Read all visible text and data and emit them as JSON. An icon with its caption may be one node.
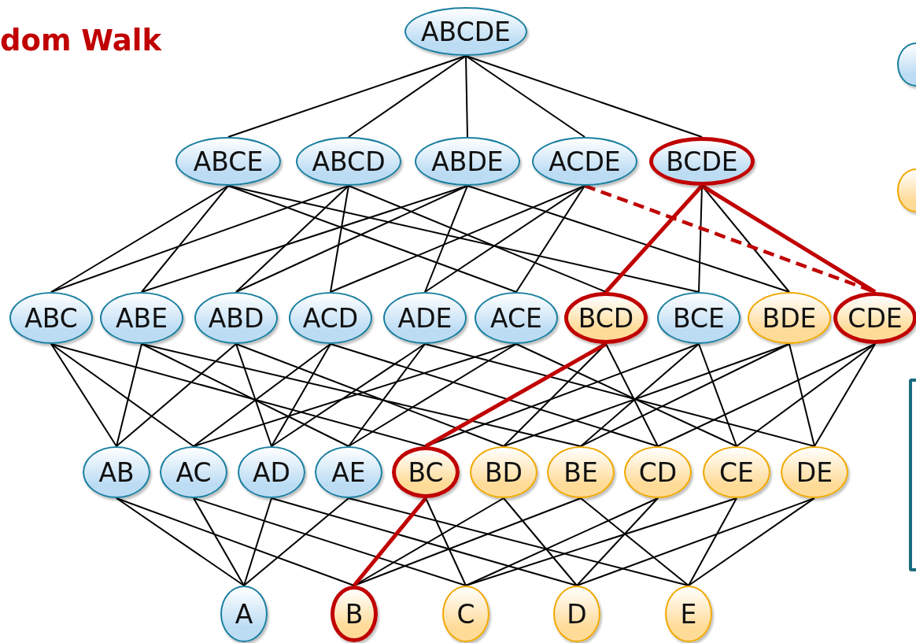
{
  "diagram": {
    "title": "dom Walk",
    "nodes": [
      {
        "text": [
          "ABCDE"
        ]
      },
      {
        "text": [
          "ABCE"
        ]
      },
      {
        "text": [
          "ABCD"
        ]
      },
      {
        "text": [
          "ABDE"
        ]
      },
      {
        "text": [
          "ACDE"
        ]
      },
      {
        "text": [
          "BCDE"
        ]
      },
      {
        "text": [
          "ABC"
        ]
      },
      {
        "text": [
          "ABE"
        ]
      },
      {
        "text": [
          "ABD"
        ]
      },
      {
        "text": [
          "ACD"
        ]
      },
      {
        "text": [
          "ADE"
        ]
      },
      {
        "text": [
          "ACE"
        ]
      },
      {
        "text": [
          "BCD"
        ]
      },
      {
        "text": [
          "BCE"
        ]
      },
      {
        "text": [
          "BDE"
        ]
      },
      {
        "text": [
          "CDE"
        ]
      },
      {
        "text": [
          "AB"
        ]
      },
      {
        "text": [
          "AC"
        ]
      },
      {
        "text": [
          "AD"
        ]
      },
      {
        "text": [
          "AE"
        ]
      },
      {
        "text": [
          "BC"
        ]
      },
      {
        "text": [
          "BD"
        ]
      },
      {
        "text": [
          "BE"
        ]
      },
      {
        "text": [
          "CD"
        ]
      },
      {
        "text": [
          "CE"
        ]
      },
      {
        "text": [
          "DE"
        ]
      },
      {
        "text": [
          "A"
        ]
      },
      {
        "text": [
          "B"
        ]
      },
      {
        "text": [
          "C"
        ]
      },
      {
        "text": [
          "D"
        ]
      },
      {
        "text": [
          "E"
        ]
      },
      {
        "text": [],
        "shape": "ellipse"
      },
      {
        "text": [],
        "shape": "ellipse"
      },
      {
        "text": [],
        "shape": "box"
      }
    ],
    "edges": [
      {
        "from": 0,
        "to": 1,
        "arrow": "none"
      },
      {
        "from": 0,
        "to": 2,
        "arrow": "none"
      },
      {
        "from": 0,
        "to": 3,
        "arrow": "none"
      },
      {
        "from": 0,
        "to": 4,
        "arrow": "none"
      },
      {
        "from": 0,
        "to": 5,
        "arrow": "none"
      },
      {
        "from": 1,
        "to": 6,
        "arrow": "none"
      },
      {
        "from": 1,
        "to": 7,
        "arrow": "none"
      },
      {
        "from": 1,
        "to": 11,
        "arrow": "none"
      },
      {
        "from": 1,
        "to": 13,
        "arrow": "none"
      },
      {
        "from": 2,
        "to": 6,
        "arrow": "none"
      },
      {
        "from": 2,
        "to": 8,
        "arrow": "none"
      },
      {
        "from": 2,
        "to": 9,
        "arrow": "none"
      },
      {
        "from": 2,
        "to": 12,
        "arrow": "none"
      },
      {
        "from": 3,
        "to": 7,
        "arrow": "none"
      },
      {
        "from": 3,
        "to": 8,
        "arrow": "none"
      },
      {
        "from": 3,
        "to": 10,
        "arrow": "none"
      },
      {
        "from": 3,
        "to": 14,
        "arrow": "none"
      },
      {
        "from": 4,
        "to": 9,
        "arrow": "none"
      },
      {
        "from": 4,
        "to": 10,
        "arrow": "none"
      },
      {
        "from": 4,
        "to": 11,
        "arrow": "none"
      },
      {
        "from": 4,
        "to": 15,
        "arrow": "none",
        "style": "dashed",
        "color": "#c00000"
      },
      {
        "from": 5,
        "to": 12,
        "arrow": "none",
        "style": "thick",
        "color": "#c00000"
      },
      {
        "from": 5,
        "to": 13,
        "arrow": "none"
      },
      {
        "from": 5,
        "to": 14,
        "arrow": "none"
      },
      {
        "from": 5,
        "to": 15,
        "arrow": "none",
        "style": "thick",
        "color": "#c00000"
      },
      {
        "from": 6,
        "to": 16,
        "arrow": "none"
      },
      {
        "from": 6,
        "to": 17,
        "arrow": "none"
      },
      {
        "from": 6,
        "to": 20,
        "arrow": "none"
      },
      {
        "from": 7,
        "to": 16,
        "arrow": "none"
      },
      {
        "from": 7,
        "to": 19,
        "arrow": "none"
      },
      {
        "from": 7,
        "to": 22,
        "arrow": "none"
      },
      {
        "from": 8,
        "to": 16,
        "arrow": "none"
      },
      {
        "from": 8,
        "to": 18,
        "arrow": "none"
      },
      {
        "from": 8,
        "to": 21,
        "arrow": "none"
      },
      {
        "from": 9,
        "to": 17,
        "arrow": "none"
      },
      {
        "from": 9,
        "to": 18,
        "arrow": "none"
      },
      {
        "from": 9,
        "to": 23,
        "arrow": "none"
      },
      {
        "from": 10,
        "to": 18,
        "arrow": "none"
      },
      {
        "from": 10,
        "to": 19,
        "arrow": "none"
      },
      {
        "from": 10,
        "to": 25,
        "arrow": "none"
      },
      {
        "from": 11,
        "to": 17,
        "arrow": "none"
      },
      {
        "from": 11,
        "to": 19,
        "arrow": "none"
      },
      {
        "from": 11,
        "to": 24,
        "arrow": "none"
      },
      {
        "from": 12,
        "to": 20,
        "arrow": "none",
        "style": "thick",
        "color": "#c00000"
      },
      {
        "from": 12,
        "to": 21,
        "arrow": "none"
      },
      {
        "from": 12,
        "to": 23,
        "arrow": "none"
      },
      {
        "from": 13,
        "to": 20,
        "arrow": "none"
      },
      {
        "from": 13,
        "to": 22,
        "arrow": "none"
      },
      {
        "from": 13,
        "to": 24,
        "arrow": "none"
      },
      {
        "from": 14,
        "to": 21,
        "arrow": "none"
      },
      {
        "from": 14,
        "to": 22,
        "arrow": "none"
      },
      {
        "from": 14,
        "to": 25,
        "arrow": "none"
      },
      {
        "from": 15,
        "to": 23,
        "arrow": "none"
      },
      {
        "from": 15,
        "to": 24,
        "arrow": "none"
      },
      {
        "from": 15,
        "to": 25,
        "arrow": "none"
      },
      {
        "from": 16,
        "to": 26,
        "arrow": "none"
      },
      {
        "from": 16,
        "to": 27,
        "arrow": "none"
      },
      {
        "from": 17,
        "to": 26,
        "arrow": "none"
      },
      {
        "from": 17,
        "to": 28,
        "arrow": "none"
      },
      {
        "from": 18,
        "to": 26,
        "arrow": "none"
      },
      {
        "from": 18,
        "to": 29,
        "arrow": "none"
      },
      {
        "from": 19,
        "to": 26,
        "arrow": "none"
      },
      {
        "from": 19,
        "to": 30,
        "arrow": "none"
      },
      {
        "from": 20,
        "to": 27,
        "arrow": "none",
        "style": "thick",
        "color": "#c00000"
      },
      {
        "from": 20,
        "to": 28,
        "arrow": "none"
      },
      {
        "from": 21,
        "to": 27,
        "arrow": "none"
      },
      {
        "from": 21,
        "to": 29,
        "arrow": "none"
      },
      {
        "from": 22,
        "to": 27,
        "arrow": "none"
      },
      {
        "from": 22,
        "to": 30,
        "arrow": "none"
      },
      {
        "from": 23,
        "to": 28,
        "arrow": "none"
      },
      {
        "from": 23,
        "to": 29,
        "arrow": "none"
      },
      {
        "from": 24,
        "to": 28,
        "arrow": "none"
      },
      {
        "from": 24,
        "to": 30,
        "arrow": "none"
      },
      {
        "from": 25,
        "to": 29,
        "arrow": "none"
      },
      {
        "from": 25,
        "to": 30,
        "arrow": "none"
      }
    ]
  }
}
